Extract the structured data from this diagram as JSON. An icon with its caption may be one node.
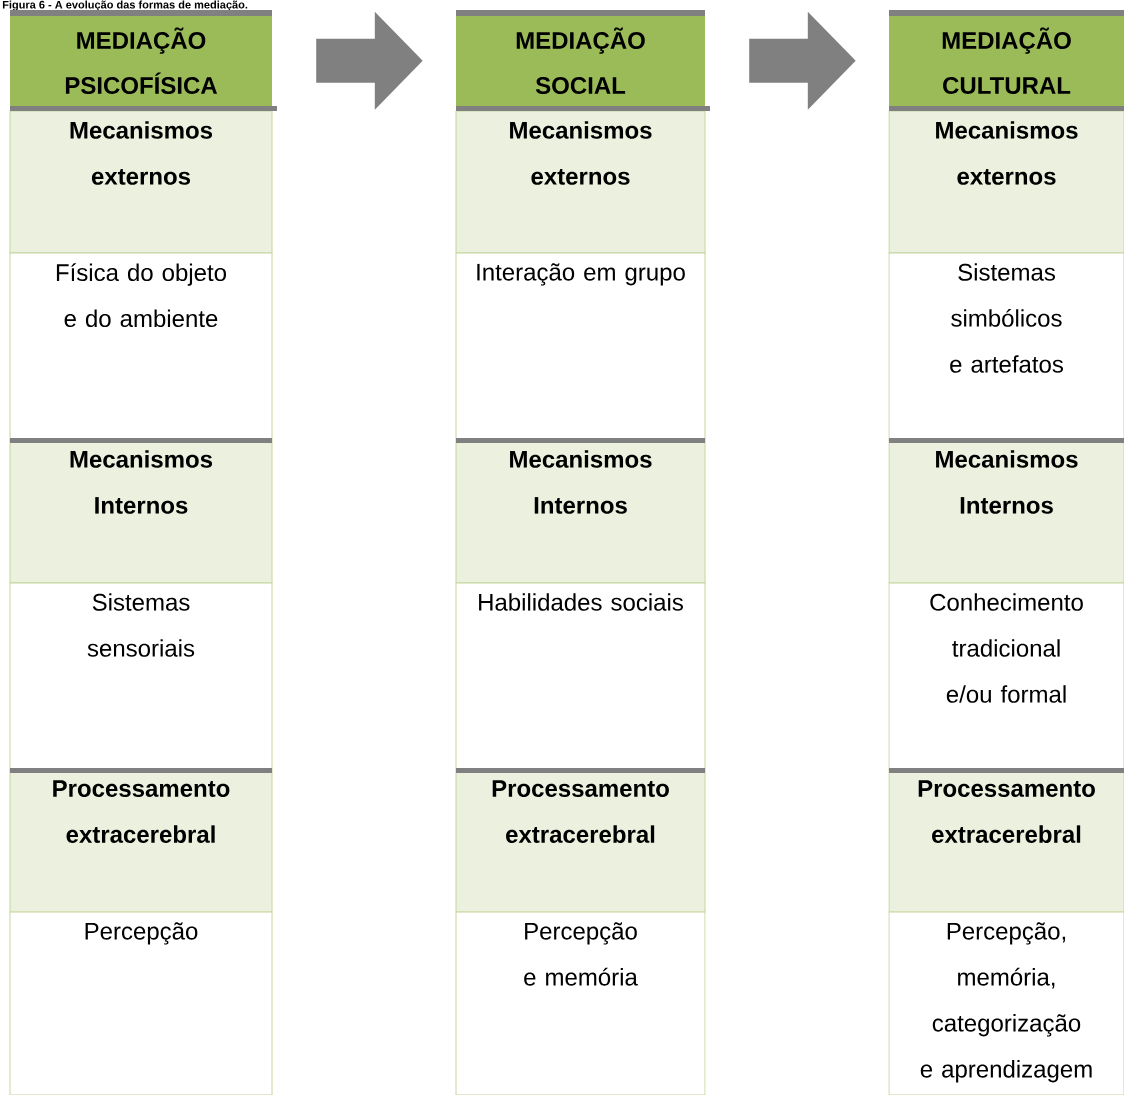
{
  "diagram": {
    "title": "Figura 6 - A evolução das formas de mediação.",
    "nodes": [
      {
        "text": [
          "MEDIAÇÃO PSICOFÍSICA"
        ]
      },
      {
        "text": [
          "Mecanismos externos"
        ]
      },
      {
        "text": [
          "Física do objeto e do ambiente"
        ]
      },
      {
        "text": [
          "Mecanismos Internos"
        ]
      },
      {
        "text": [
          "Sistemas sensoriais"
        ]
      },
      {
        "text": [
          "Processamento extracerebral"
        ]
      },
      {
        "text": [
          "Percepção"
        ]
      },
      {
        "text": [
          "MEDIAÇÃO SOCIAL"
        ]
      },
      {
        "text": [
          "Mecanismos externos"
        ]
      },
      {
        "text": [
          "Interação em grupo"
        ]
      },
      {
        "text": [
          "Mecanismos Internos"
        ]
      },
      {
        "text": [
          "Habilidades sociais"
        ]
      },
      {
        "text": [
          "Processamento extracerebral"
        ]
      },
      {
        "text": [
          "Percepção e memória"
        ]
      },
      {
        "text": [
          "MEDIAÇÃO CULTURAL"
        ]
      },
      {
        "text": [
          "Mecanismos externos"
        ]
      },
      {
        "text": [
          "Sistemas simbólicos e artefatos"
        ]
      },
      {
        "text": [
          "Mecanismos Internos"
        ]
      },
      {
        "text": [
          "Conhecimento tradicional e/ou formal"
        ]
      },
      {
        "text": [
          "Processamento extracerebral"
        ]
      },
      {
        "text": [
          "Percepção, memória, categorização e aprendizagem"
        ]
      }
    ],
    "edges": [
      {
        "from": 0,
        "to": 7,
        "arrow": "to"
      },
      {
        "from": 7,
        "to": 14,
        "arrow": "to"
      }
    ]
  }
}
